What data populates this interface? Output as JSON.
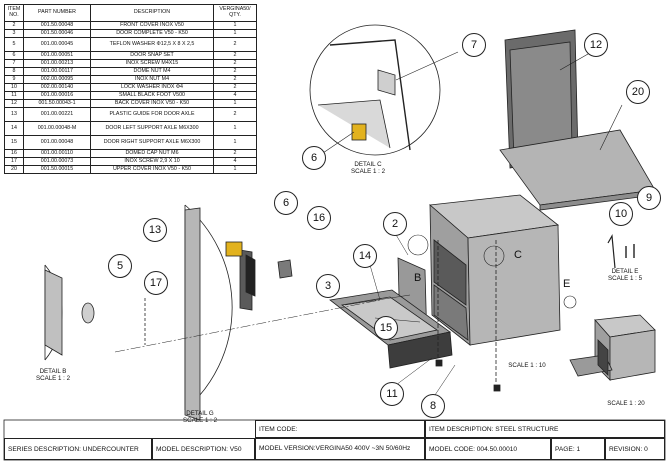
{
  "bom": {
    "headers": [
      "ITEM NO.",
      "PART NUMBER",
      "DESCRIPTION",
      "VERGINA50/ QTY."
    ],
    "rows": [
      [
        "2",
        "001.50.00048",
        "FRONT COVER INOX V50",
        "1"
      ],
      [
        "3",
        "001.50.00046",
        "DOOR COMPLETE V50 - K50",
        "1"
      ],
      [
        "5",
        "001.00.00045",
        "TEFLON WASHER Φ12,5 X 8 X 2,5",
        "2"
      ],
      [
        "6",
        "001.00.00051",
        "DOOR SNAP SET",
        "2"
      ],
      [
        "7",
        "001.00.00213",
        "INOX SCREW M4X15",
        "2"
      ],
      [
        "8",
        "001.00.00117",
        "DOME NUT M4",
        "2"
      ],
      [
        "9",
        "002.00.00095",
        "INOX NUT M4",
        "2"
      ],
      [
        "10",
        "002.00.00140",
        "LOCK WASHER INOX Φ4",
        "2"
      ],
      [
        "11",
        "001.00.00016",
        "SMALL BLACK FOOT V500",
        "4"
      ],
      [
        "12",
        "001.50.00043-1",
        "BACK COVER INOX V50 - K50",
        "1"
      ],
      [
        "13",
        "001.00.00221",
        "PLASTIC GUIDE FOR DOOR AXLE",
        "2"
      ],
      [
        "14",
        "001.00.00048-M",
        "DOOR LEFT SUPPORT AXLE M6X300",
        "1"
      ],
      [
        "15",
        "001.00.00048",
        "DOOR RIGHT SUPPORT AXLE M6X300",
        "1"
      ],
      [
        "16",
        "001.00.00110",
        "DOMED CAP NUT M6",
        "2"
      ],
      [
        "17",
        "001.00.00073",
        "INOX SCREW 2,9 X 10",
        "4"
      ],
      [
        "20",
        "001.50.00015",
        "UPPER COVER INOX V50 - K50",
        "1"
      ]
    ]
  },
  "balloons": [
    "7",
    "12",
    "20",
    "6",
    "9",
    "10",
    "6",
    "16",
    "13",
    "2",
    "5",
    "17",
    "14",
    "3",
    "15",
    "11",
    "8"
  ],
  "labels": {
    "detail_c": "DETAIL C",
    "detail_c_scale": "SCALE 1 : 2",
    "detail_e": "DETAIL E",
    "detail_e_scale": "SCALE 1 : 5",
    "detail_b": "DETAIL B",
    "detail_b_scale": "SCALE 1 : 2",
    "detail_g": "DETAIL G",
    "detail_g_scale": "SCALE 1 : 2",
    "main_scale": "SCALE 1 : 10",
    "small_scale": "SCALE 1 : 20",
    "letter_b": "B",
    "letter_c": "C",
    "letter_e": "E"
  },
  "title_block": {
    "item_code": "ITEM CODE:",
    "item_description": "ITEM DESCRIPTION: STEEL STRUCTURE",
    "series_description": "SERIES DESCRIPTION: UNDERCOUNTER",
    "model_description": "MODEL DESCRIPTION: V50",
    "model_version": "MODEL VERSION:VERGINA50 400V ~3N 50/60Hz",
    "model_code": "MODEL CODE: 004.50.00010",
    "page": "PAGE: 1",
    "revision": "REVISION: 0"
  }
}
